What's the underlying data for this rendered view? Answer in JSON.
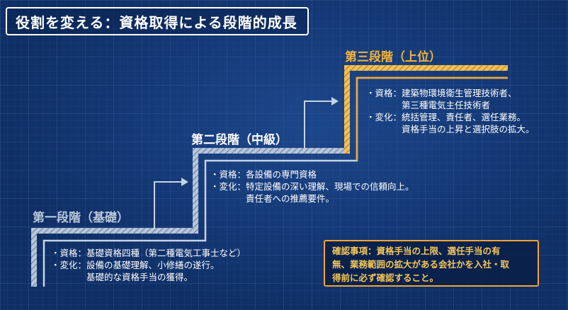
{
  "title": "役割を変える：資格取得による段階的成長",
  "stages": [
    {
      "label": "第一段階（基礎）",
      "details": [
        {
          "key": "・資格：",
          "lines": [
            "基礎資格四種（第二種電気工事士など）"
          ]
        },
        {
          "key": "・変化：",
          "lines": [
            "設備の基礎理解、小修繕の遂行。",
            "基礎的な資格手当の獲得。"
          ]
        }
      ]
    },
    {
      "label": "第二段階（中級）",
      "details": [
        {
          "key": "・資格：",
          "lines": [
            "各設備の専門資格"
          ]
        },
        {
          "key": "・変化：",
          "lines": [
            "特定設備の深い理解、現場での信頼向上。",
            "責任者への推薦要件。"
          ]
        }
      ]
    },
    {
      "label": "第三段階（上位）",
      "details": [
        {
          "key": "・資格：",
          "lines": [
            "建築物環境衛生管理技術者、",
            "第三種電気主任技術者"
          ]
        },
        {
          "key": "・変化：",
          "lines": [
            "統括管理、責任者、選任業務。",
            "資格手当の上昇と選択肢の拡大。"
          ]
        }
      ]
    }
  ],
  "note": {
    "lines": [
      "確認事項：資格手当の上限、選任手当の有",
      "無、業務範囲の拡大がある会社かを入社・取",
      "得前に必ず確認すること。"
    ]
  },
  "colors": {
    "accent": "#f3a52d",
    "stage1": "#b9c7da",
    "stage2": "#ffffff",
    "stage3": "#f3b43a",
    "background": "#0f2f66"
  }
}
